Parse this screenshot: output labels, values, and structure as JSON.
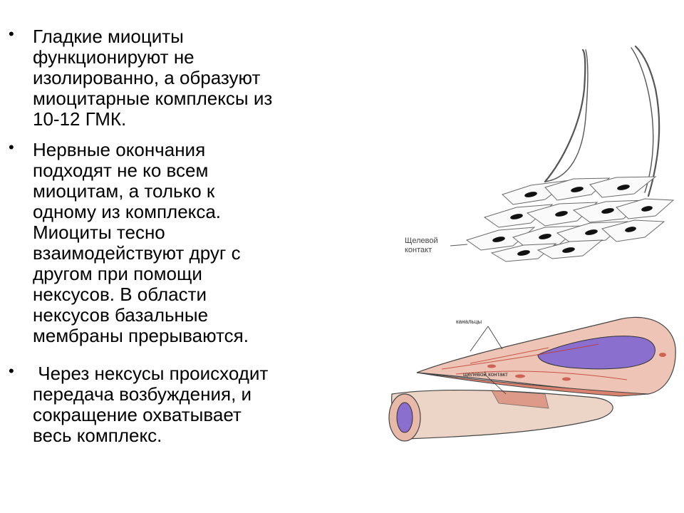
{
  "bullets": [
    {
      "marker": "•",
      "text": "Гладкие миоциты\nфункционируют не\nизолированно, а образуют\nмиоцитарные комплексы из\n10-12 ГМК."
    },
    {
      "marker": "•",
      "text": "Нервные окончания\nподходят не ко всем\nмиоцитам, а только к\nодному из комплекса.\nМиоциты тесно\nвзаимодействуют друг с\nдругом при помощи\nнексусов. В области\nнексусов базальные\nмембраны прерываются."
    },
    {
      "marker": "•",
      "text": " Через нексусы происходит\nпередача возбуждения, и\nсокращение охватывает\nвесь комплекс."
    }
  ],
  "figure_top": {
    "label": "Щелевой\nконтакт"
  },
  "figure_bottom": {
    "label_channels": "канальцы",
    "label_gap": "щелевой контакт"
  },
  "colors": {
    "text": "#000000",
    "muscle": "#e9b6a6",
    "muscle_dark": "#d9826f",
    "nucleus": "#8a6fcf",
    "outline": "#333333"
  }
}
